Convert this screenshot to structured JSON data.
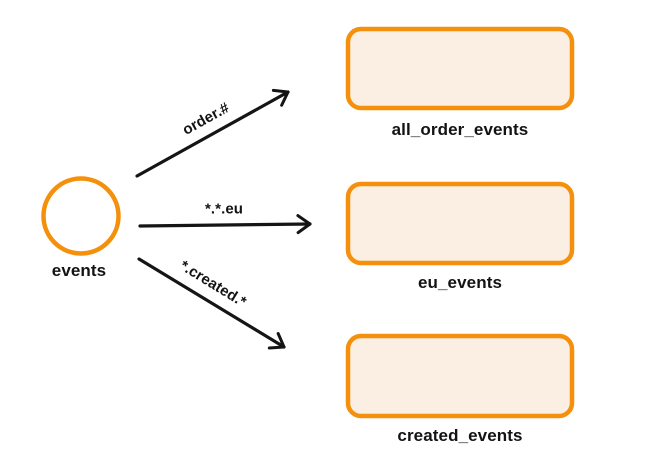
{
  "diagram": {
    "title": "topic exchange routing diagram",
    "colors": {
      "background": "#ffffff",
      "accent_orange": "#F4900C",
      "node_fill": "#FBEEE2",
      "arrow_black": "#151515",
      "text_black": "#131313"
    },
    "exchange": {
      "label": "events"
    },
    "bindings": [
      {
        "routing_key": "order.#",
        "queue": "all_order_events"
      },
      {
        "routing_key": "*.*.eu",
        "queue": "eu_events"
      },
      {
        "routing_key": "*.created.*",
        "queue": "created_events"
      }
    ]
  }
}
